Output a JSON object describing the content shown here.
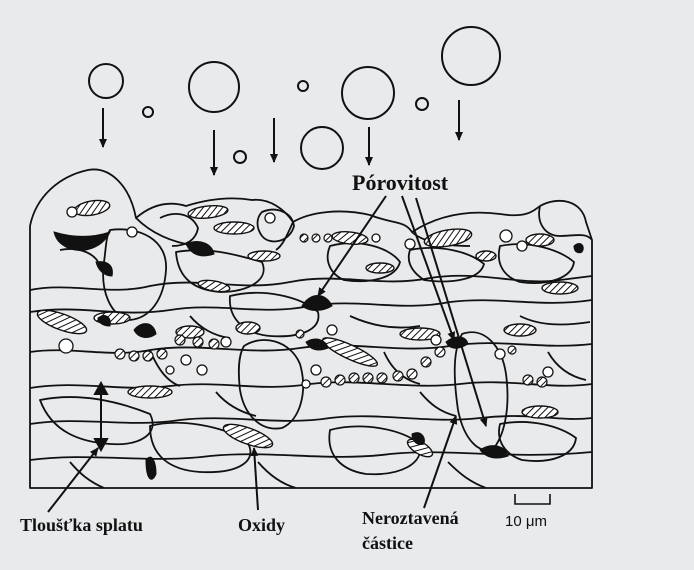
{
  "labels": {
    "porosity": "Pórovitost",
    "splat_thickness": "Tloušťka splatu",
    "oxides": "Oxidy",
    "unmelted_line1": "Neroztavená",
    "unmelted_line2": "částice",
    "scale_bar": "10 μm"
  },
  "colors": {
    "background": "#e9eaec",
    "ink": "#111111"
  }
}
